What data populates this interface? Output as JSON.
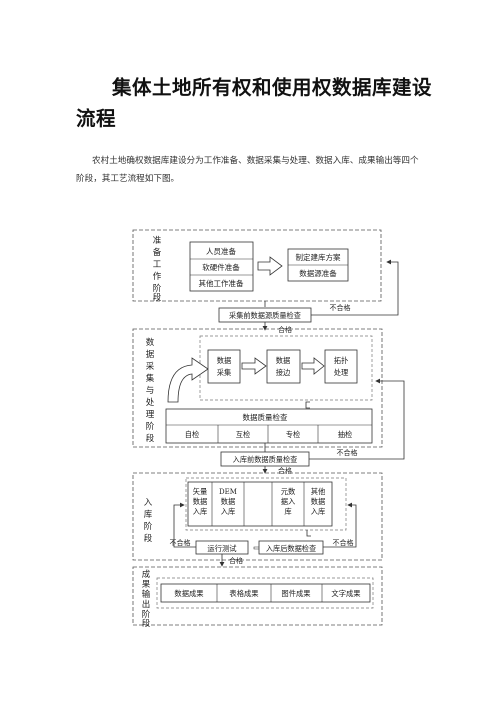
{
  "document": {
    "title_line1": "集体土地所有权和使用权数据库建设",
    "title_line2": "流程",
    "intro_line1": "农村土地确权数据库建设分为工作准备、数据采集与处理、数据入库、成果输出等四个",
    "intro_line2": "阶段，其工艺流程如下图。"
  },
  "flowchart": {
    "phases": {
      "prep": [
        "准",
        "备",
        "工",
        "作",
        "阶",
        "段"
      ],
      "collect": [
        "数",
        "据",
        "采",
        "集",
        "与",
        "处",
        "理",
        "阶",
        "段"
      ],
      "import": [
        "入",
        "库",
        "阶",
        "段"
      ],
      "output": [
        "成",
        "果",
        "输",
        "出",
        "阶",
        "段"
      ]
    },
    "prep_items": [
      "人员准备",
      "软硬件准备",
      "其他工作准备"
    ],
    "plan_items": [
      "制定建库方案",
      "数据源准备"
    ],
    "precollect_check": "采集前数据源质量检查",
    "qualified": "合格",
    "unqualified": "不合格",
    "process_steps": [
      {
        "l1": "数据",
        "l2": "采集"
      },
      {
        "l1": "数据",
        "l2": "接边"
      },
      {
        "l1": "拓扑",
        "l2": "处理"
      }
    ],
    "quality_check": "数据质量检查",
    "checks": [
      "自检",
      "互检",
      "专检",
      "抽检"
    ],
    "preimport_check": "入库前数据质量检查",
    "import_items": [
      {
        "lines": [
          "矢量",
          "数据",
          "入库"
        ]
      },
      {
        "lines": [
          "DEM",
          "数据",
          "入库"
        ]
      },
      {
        "lines": [
          "元数",
          "据入",
          "库"
        ]
      },
      {
        "lines": [
          "其他",
          "数据",
          "入库"
        ]
      }
    ],
    "test_run": "运行测试",
    "postimport_check": "入库后数据检查",
    "outputs": [
      "数据成果",
      "表格成果",
      "图件成果",
      "文字成果"
    ]
  }
}
